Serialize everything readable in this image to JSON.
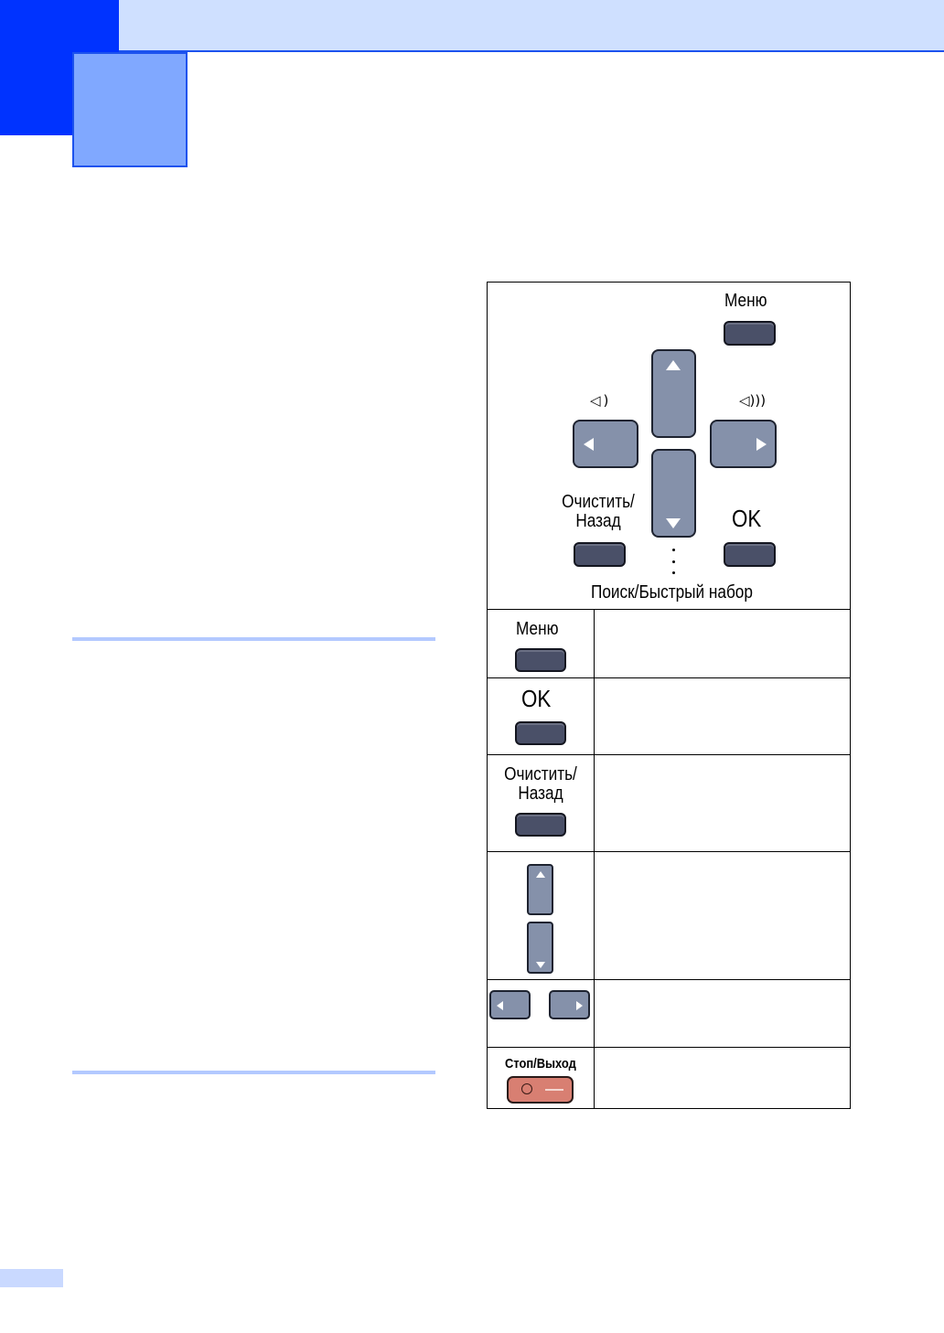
{
  "panel": {
    "menu_label": "Меню",
    "ok_label": "OK",
    "clear_label": "Очистить/\nНазад",
    "search_label": "Поиск/Быстрый набор",
    "vol_down_icon": "volume-low-icon",
    "vol_up_icon": "volume-high-icon"
  },
  "table": {
    "rows": [
      {
        "label": "Меню",
        "description": ""
      },
      {
        "label": "OK",
        "description": ""
      },
      {
        "label": "Очистить/\nНазад",
        "description": ""
      },
      {
        "label": "",
        "description": ""
      },
      {
        "label": "",
        "description": ""
      },
      {
        "label": "Стоп/Выход",
        "description": ""
      }
    ]
  },
  "colors": {
    "accent": "#0033ff",
    "header_band": "#cfe0ff",
    "chapter_box": "#80a8ff",
    "key_dark": "#4a5068",
    "key_arrow": "#8591aa",
    "stop_key": "#d87f72"
  }
}
